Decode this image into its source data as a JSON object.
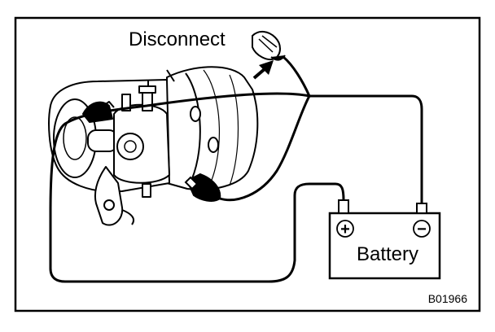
{
  "figure": {
    "disconnect_label": "Disconnect",
    "battery_label": "Battery",
    "plus_sign": "+",
    "minus_sign": "−",
    "figure_code": "B01966"
  },
  "colors": {
    "ink": "#000000",
    "background": "#ffffff"
  }
}
